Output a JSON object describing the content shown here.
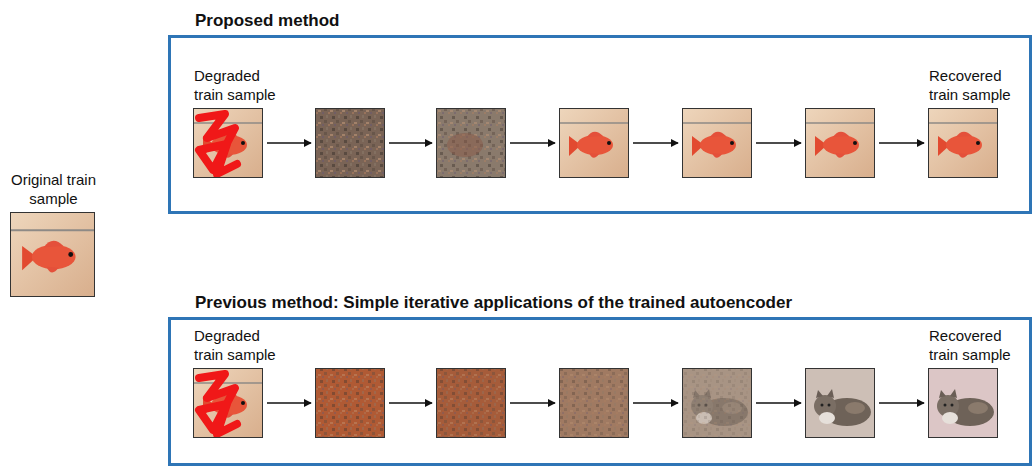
{
  "diagram": {
    "nodes": [
      {
        "text": [
          "Original train sample"
        ]
      },
      {
        "text": [
          "Proposed method"
        ]
      },
      {
        "text": [
          "Degraded train sample"
        ],
        "in": 1
      },
      {
        "text": [],
        "in": 1
      },
      {
        "text": [],
        "in": 1
      },
      {
        "text": [],
        "in": 1
      },
      {
        "text": [],
        "in": 1
      },
      {
        "text": [],
        "in": 1
      },
      {
        "text": [
          "Recovered train sample"
        ],
        "in": 1
      },
      {
        "text": [
          "Previous method: Simple iterative applications of the trained autoencoder"
        ]
      },
      {
        "text": [
          "Degraded train sample"
        ],
        "in": 9
      },
      {
        "text": [],
        "in": 9
      },
      {
        "text": [],
        "in": 9
      },
      {
        "text": [],
        "in": 9
      },
      {
        "text": [],
        "in": 9
      },
      {
        "text": [],
        "in": 9
      },
      {
        "text": [
          "Recovered train sample"
        ],
        "in": 9
      }
    ],
    "edges": [
      {
        "from": 2,
        "to": 3,
        "arrow": "to"
      },
      {
        "from": 3,
        "to": 4,
        "arrow": "to"
      },
      {
        "from": 4,
        "to": 5,
        "arrow": "to"
      },
      {
        "from": 5,
        "to": 6,
        "arrow": "to"
      },
      {
        "from": 6,
        "to": 7,
        "arrow": "to"
      },
      {
        "from": 7,
        "to": 8,
        "arrow": "to"
      },
      {
        "from": 10,
        "to": 11,
        "arrow": "to"
      },
      {
        "from": 11,
        "to": 12,
        "arrow": "to"
      },
      {
        "from": 12,
        "to": 13,
        "arrow": "to"
      },
      {
        "from": 13,
        "to": 14,
        "arrow": "to"
      },
      {
        "from": 14,
        "to": 15,
        "arrow": "to"
      },
      {
        "from": 15,
        "to": 16,
        "arrow": "to"
      }
    ]
  }
}
